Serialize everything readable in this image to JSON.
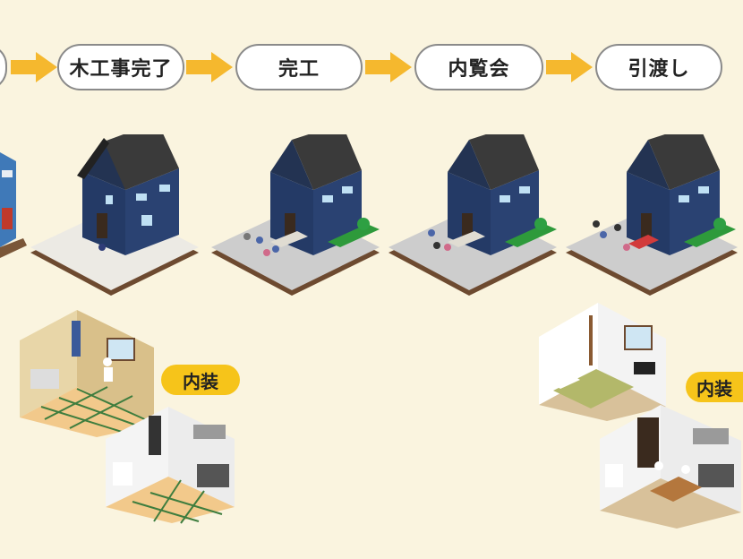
{
  "steps": [
    {
      "label": "木工事完了"
    },
    {
      "label": "完工"
    },
    {
      "label": "内覧会"
    },
    {
      "label": "引渡し"
    }
  ],
  "badges": {
    "left": "内装",
    "right": "内装"
  },
  "colors": {
    "background": "#faf4df",
    "arrow": "#f5b82e",
    "house_wall": "#243a66",
    "roof": "#333333",
    "badge": "#f6c41a"
  }
}
